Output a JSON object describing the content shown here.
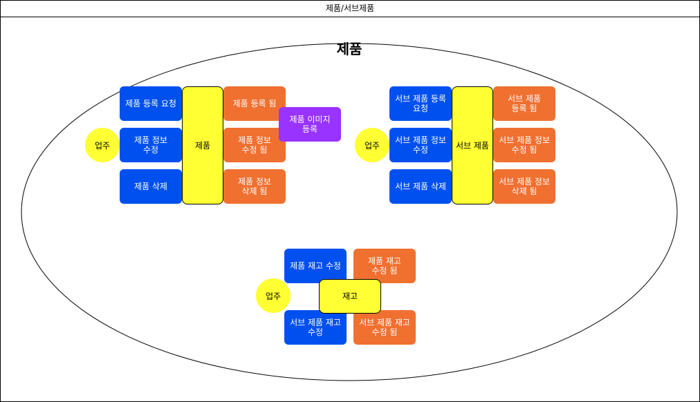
{
  "window": {
    "title": "제품/서브제품"
  },
  "context": {
    "title": "제품"
  },
  "product": {
    "actor": "업주",
    "aggregate": "제품",
    "commands": [
      "제품 등록 요청",
      "제품 정보\n수정",
      "제품 삭제"
    ],
    "events": [
      "제품 등록 됨",
      "제품 정보\n수정 됨",
      "제품 정보\n삭제 됨"
    ],
    "policy": "제품 이미지\n등록"
  },
  "subproduct": {
    "actor": "업주",
    "aggregate": "서브 제품",
    "commands": [
      "서브 제품 등록\n요청",
      "서브 제품 정보\n수정",
      "서브 제품 삭제"
    ],
    "events": [
      "서브 제품\n등록 됨",
      "서브 제품 정보\n수정 됨",
      "서브 제품 정보\n삭제 됨"
    ]
  },
  "stock": {
    "actor": "업주",
    "aggregate": "재고",
    "commands": [
      "제품 재고 수정",
      "서브 제품 재고\n수정"
    ],
    "events": [
      "제품 재고\n수정 됨",
      "서브 제품 재고\n수정 됨"
    ]
  },
  "colors": {
    "command": "#0050ef",
    "event": "#f07030",
    "policy": "#9933ff",
    "aggregate": "#ffff33",
    "actor": "#ffff33"
  }
}
